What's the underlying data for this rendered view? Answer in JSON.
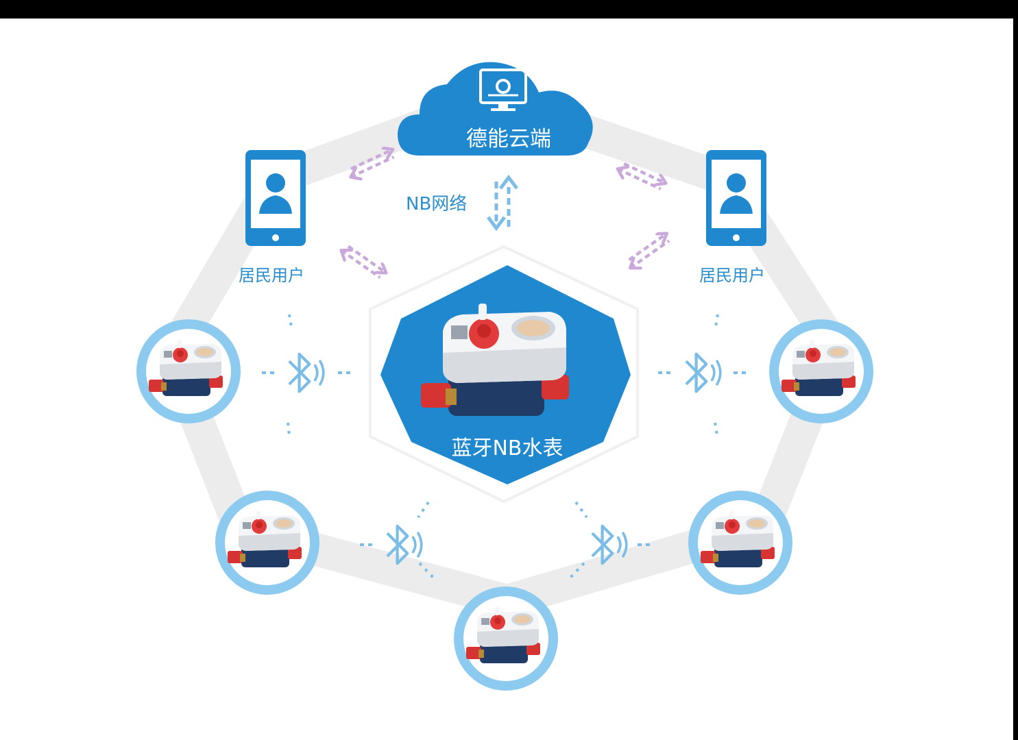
{
  "cloud": {
    "label": "德能云端",
    "icon": "monitor-gear-icon"
  },
  "network": {
    "label": "NB网络"
  },
  "users": [
    {
      "label": "居民用户",
      "icon": "phone-user-icon"
    },
    {
      "label": "居民用户",
      "icon": "phone-user-icon"
    }
  ],
  "center": {
    "label": "蓝牙NB水表",
    "icon": "water-meter-icon"
  },
  "meter_nodes_count": 5,
  "links": {
    "bluetooth_icon": "bluetooth-icon",
    "arrow_icon": "double-arrow-icon"
  },
  "colors": {
    "primary_blue": "#1f88cf",
    "light_blue": "#8ccbef",
    "ring_gray": "#ececec",
    "arrow_purple": "#c8a9d9",
    "arrow_blue": "#7bbde6"
  }
}
